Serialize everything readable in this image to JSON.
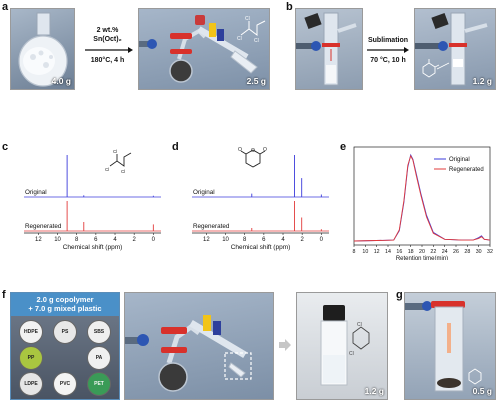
{
  "panels": {
    "a": {
      "label": "a",
      "start_mass": "4.0 g",
      "cond1": "2 wt.%",
      "cond2": "Sn(Oct)₂",
      "cond3": "180°C, 4 h",
      "product_mass": "2.5 g"
    },
    "b": {
      "label": "b",
      "cond1": "Sublimation",
      "cond2": "70 °C, 10 h",
      "product_mass": "1.2 g"
    },
    "c": {
      "label": "c"
    },
    "d": {
      "label": "d"
    },
    "e": {
      "label": "e"
    },
    "f": {
      "label": "f",
      "header1": "2.0 g copolymer",
      "header2": "+ 7.0 g mixed plastic",
      "product_mass": "1.2 g"
    },
    "g": {
      "label": "g",
      "product_mass": "0.5 g"
    }
  },
  "plastics": [
    "HDPE",
    "PS",
    "SBS",
    "PP",
    "PA",
    "LDPE",
    "PVC",
    "PET"
  ],
  "plastic_colors": [
    "#f2f2f2",
    "#e8e8e8",
    "#efefef",
    "#a9c640",
    "#f0f0f0",
    "#e6e6e6",
    "#f4f4f4",
    "#3a9b57"
  ],
  "colors": {
    "original": "#3b3bdb",
    "regenerated": "#e23b3b",
    "panel_header": "#4a90c8"
  },
  "chart_data": [
    {
      "panel": "c",
      "type": "line",
      "xlabel": "Chemical shift (ppm)",
      "ylabel": "",
      "xlim": [
        13.5,
        -0.8
      ],
      "xticks": [
        12,
        10,
        8,
        6,
        4,
        2,
        0
      ],
      "series": [
        {
          "name": "Original",
          "peaks": [
            {
              "x": 9.0,
              "h": 1.0
            },
            {
              "x": 7.26,
              "h": 0.04
            },
            {
              "x": 0.0,
              "h": 0.03
            }
          ]
        },
        {
          "name": "Regenerated",
          "peaks": [
            {
              "x": 9.0,
              "h": 1.0
            },
            {
              "x": 7.26,
              "h": 0.3
            },
            {
              "x": 0.0,
              "h": 0.22
            }
          ]
        }
      ]
    },
    {
      "panel": "d",
      "type": "line",
      "xlabel": "Chemical shift (ppm)",
      "ylabel": "",
      "xlim": [
        13.5,
        -0.8
      ],
      "xticks": [
        12,
        10,
        8,
        6,
        4,
        2,
        0
      ],
      "series": [
        {
          "name": "Original",
          "peaks": [
            {
              "x": 2.8,
              "h": 1.0
            },
            {
              "x": 2.05,
              "h": 0.45
            },
            {
              "x": 7.26,
              "h": 0.08
            },
            {
              "x": 0.0,
              "h": 0.06
            }
          ]
        },
        {
          "name": "Regenerated",
          "peaks": [
            {
              "x": 2.8,
              "h": 1.0
            },
            {
              "x": 2.05,
              "h": 0.45
            },
            {
              "x": 7.26,
              "h": 0.1
            },
            {
              "x": 0.0,
              "h": 0.06
            }
          ]
        }
      ]
    },
    {
      "panel": "e",
      "type": "line",
      "xlabel": "Retention time(min)",
      "ylabel": "",
      "xlim": [
        8,
        32
      ],
      "xticks": [
        8,
        10,
        12,
        14,
        16,
        18,
        20,
        22,
        24,
        26,
        28,
        30,
        32
      ],
      "legend": "top-right",
      "series": [
        {
          "name": "Original",
          "x": [
            8,
            15,
            16,
            16.8,
            17.5,
            18.0,
            18.4,
            19.0,
            19.8,
            20.8,
            22,
            24,
            27,
            29,
            30,
            30.5,
            31,
            32
          ],
          "y": [
            0,
            0.01,
            0.12,
            0.45,
            0.86,
            1.0,
            0.95,
            0.78,
            0.55,
            0.3,
            0.1,
            0.02,
            0.01,
            0.01,
            0.04,
            0.06,
            0.02,
            0.01
          ]
        },
        {
          "name": "Regenerated",
          "x": [
            8,
            15,
            16,
            16.8,
            17.5,
            18.0,
            18.4,
            19.0,
            19.8,
            20.8,
            22,
            24,
            27,
            29,
            30,
            30.5,
            31,
            32
          ],
          "y": [
            0,
            0.01,
            0.13,
            0.47,
            0.88,
            0.99,
            0.94,
            0.76,
            0.53,
            0.28,
            0.09,
            0.02,
            0.01,
            0.01,
            0.03,
            0.05,
            0.02,
            0.01
          ]
        }
      ]
    }
  ]
}
